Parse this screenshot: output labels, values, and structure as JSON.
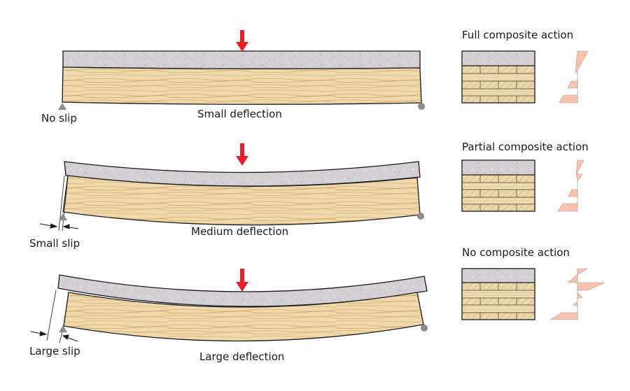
{
  "diagram": {
    "rows": [
      {
        "case": "full",
        "support_label": "No slip",
        "deflection_label": "Small deflection",
        "panel_title": "Full composite action"
      },
      {
        "case": "partial",
        "support_label": "Small slip",
        "deflection_label": "Medium deflection",
        "panel_title": "Partial composite action"
      },
      {
        "case": "none",
        "support_label": "Large slip",
        "deflection_label": "Large deflection",
        "panel_title": "No composite action"
      }
    ],
    "colors": {
      "load_arrow": "#e8202a",
      "concrete": "#d4cfd3",
      "timber": "#efd9ad",
      "timber_grain": "#d2ac70",
      "support": "#8c8c8c",
      "stress": "#f7c3b0",
      "outline": "#1a1a1a"
    }
  }
}
